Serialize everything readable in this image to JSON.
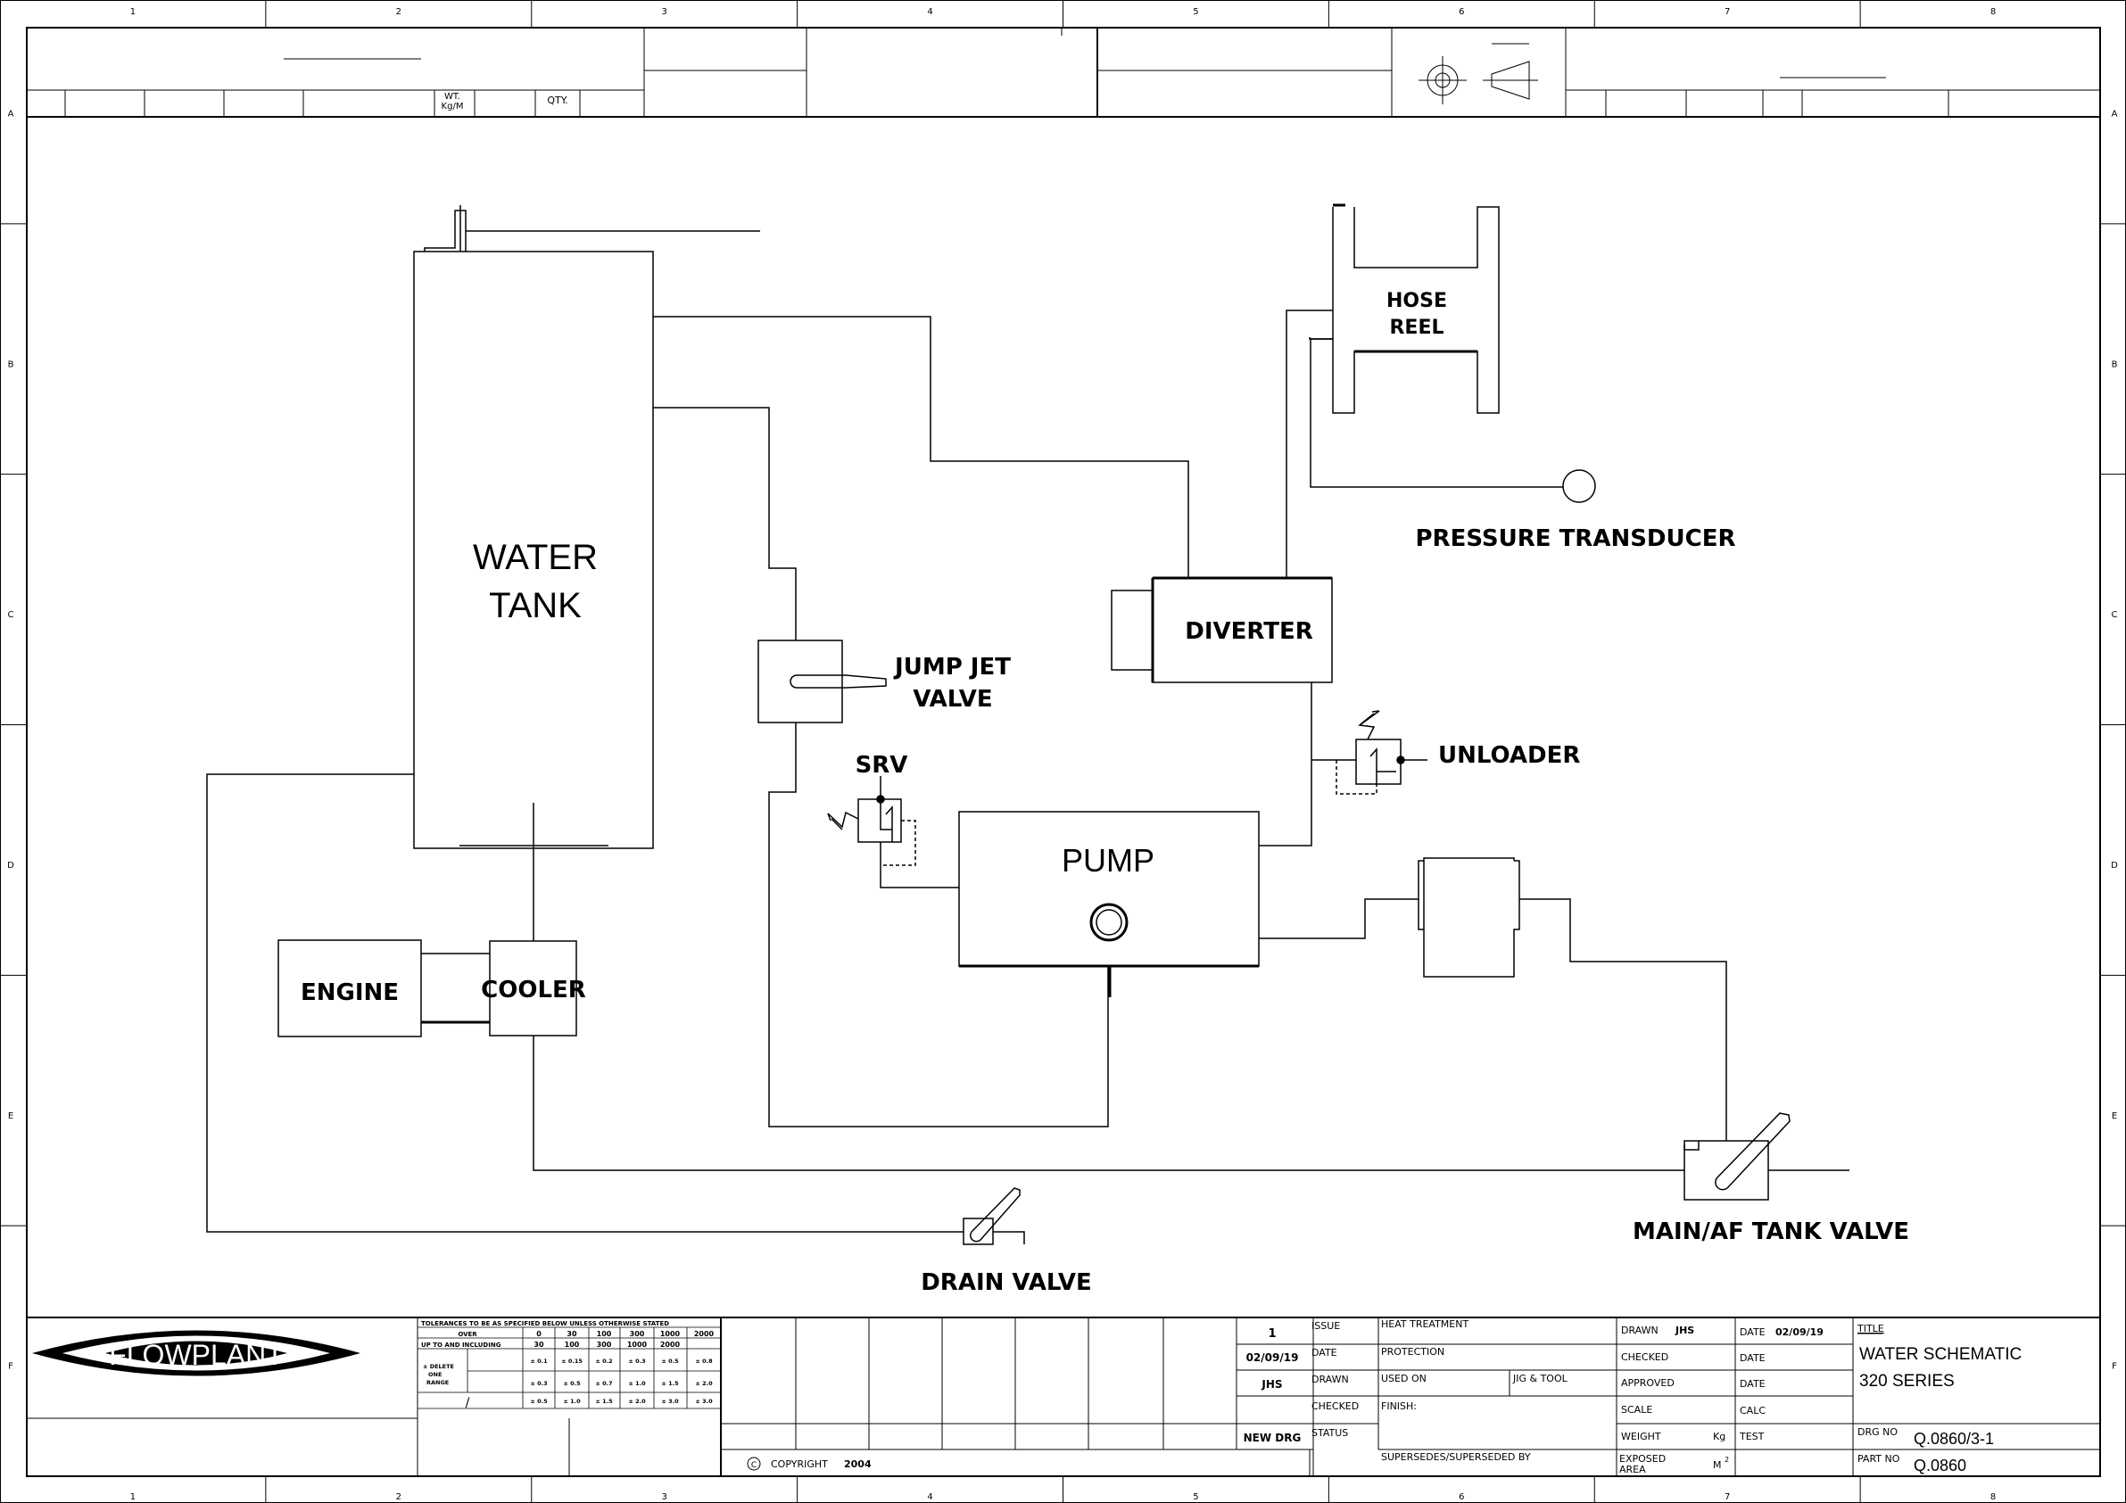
{
  "colors": {
    "ink": "#000000",
    "paper": "#ffffff"
  },
  "border": {
    "columns": [
      "1",
      "2",
      "3",
      "4",
      "5",
      "6",
      "7",
      "8"
    ],
    "rows": [
      "A",
      "B",
      "C",
      "D",
      "E",
      "F"
    ]
  },
  "header": {
    "wt_label_1": "WT.",
    "wt_label_2": "Kg/M",
    "qty_label": "QTY."
  },
  "diagram": {
    "water_tank_1": "WATER",
    "water_tank_2": "TANK",
    "hose_reel_1": "HOSE",
    "hose_reel_2": "REEL",
    "pressure_transducer": "PRESSURE TRANSDUCER",
    "diverter": "DIVERTER",
    "jump_jet_1": "JUMP JET",
    "jump_jet_2": "VALVE",
    "srv": "SRV",
    "unloader": "UNLOADER",
    "pump": "PUMP",
    "engine": "ENGINE",
    "cooler": "COOLER",
    "main_af": "MAIN/AF TANK VALVE",
    "drain": "DRAIN VALVE"
  },
  "title_block": {
    "logo_text": "FLOWPLANT",
    "tolerances": {
      "heading": "TOLERANCES TO BE AS SPECIFIED BELOW UNLESS OTHERWISE STATED",
      "over_label": "OVER",
      "upto_label": "UP TO AND INCLUDING",
      "delete_1": "± DELETE",
      "delete_2": "ONE",
      "delete_3": "RANGE",
      "angle": "/",
      "over": [
        "0",
        "30",
        "100",
        "300",
        "1000",
        "2000"
      ],
      "upto": [
        "30",
        "100",
        "300",
        "1000",
        "2000",
        ""
      ],
      "row1": [
        "± 0.1",
        "± 0.15",
        "± 0.2",
        "± 0.3",
        "± 0.5",
        "± 0.8"
      ],
      "row2": [
        "± 0.3",
        "± 0.5",
        "± 0.7",
        "± 1.0",
        "± 1.5",
        "± 2.0"
      ],
      "row3": [
        "± 0.5",
        "± 1.0",
        "± 1.5",
        "± 2.0",
        "± 3.0",
        "± 3.0"
      ]
    },
    "issue_value": "1",
    "issue_label": "ISSUE",
    "date_value": "02/09/19",
    "date_label": "DATE",
    "drawn_value": "JHS",
    "drawn_label": "DRAWN",
    "checked_label": "CHECKED",
    "status_value": "NEW DRG",
    "status_label": "STATUS",
    "heat_treatment": "HEAT TREATMENT",
    "protection": "PROTECTION",
    "used_on": "USED ON",
    "jig_tool": "JIG & TOOL",
    "finish": "FINISH:",
    "supersedes": "SUPERSEDES/SUPERSEDED BY",
    "copyright_symbol": "C",
    "copyright_label": "COPYRIGHT",
    "copyright_year": "2004",
    "drawn_by_label": "DRAWN",
    "drawn_by_value": "JHS",
    "checked_by": "CHECKED",
    "approved": "APPROVED",
    "scale": "SCALE",
    "weight": "WEIGHT",
    "weight_unit": "Kg",
    "exposed_1": "EXPOSED",
    "exposed_2": "AREA",
    "exposed_unit": "M",
    "exposed_exp": "2",
    "date_r_label": "DATE",
    "date_r_value": "02/09/19",
    "date2": "DATE",
    "date3": "DATE",
    "calc": "CALC",
    "test": "TEST",
    "title_label": "TITLE",
    "title_line1": "WATER SCHEMATIC",
    "title_line2": "320 SERIES",
    "drg_no_label": "DRG NO",
    "drg_no": "Q.0860/3-1",
    "part_no_label": "PART NO",
    "part_no": "Q.0860"
  }
}
